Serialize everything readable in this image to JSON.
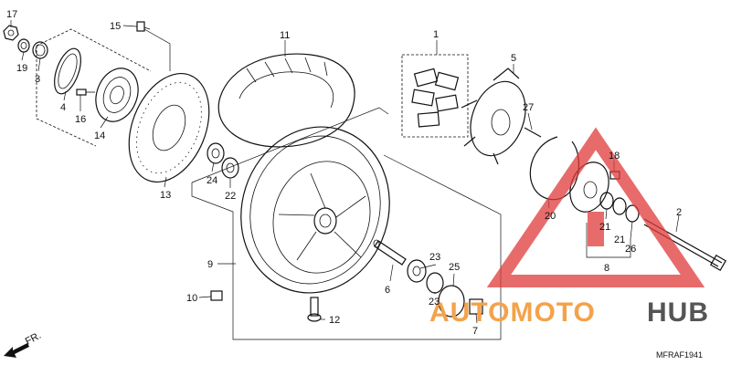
{
  "diagram": {
    "drawing_code": "MFRAF1941",
    "front_indicator": "FR.",
    "colors": {
      "line": "#111111",
      "watermark_orange": "#f4a24a",
      "watermark_grey": "#555555",
      "triangle_red": "#e03a3a"
    },
    "watermark": {
      "part_a": "AUTOMOTO",
      "part_b": "HUB"
    },
    "callouts": [
      {
        "id": "17",
        "text": "17"
      },
      {
        "id": "19",
        "text": "19"
      },
      {
        "id": "3",
        "text": "3"
      },
      {
        "id": "4",
        "text": "4"
      },
      {
        "id": "16",
        "text": "16"
      },
      {
        "id": "14",
        "text": "14"
      },
      {
        "id": "15",
        "text": "15"
      },
      {
        "id": "13",
        "text": "13"
      },
      {
        "id": "11",
        "text": "11"
      },
      {
        "id": "24",
        "text": "24"
      },
      {
        "id": "22",
        "text": "22"
      },
      {
        "id": "9",
        "text": "9"
      },
      {
        "id": "10",
        "text": "10"
      },
      {
        "id": "12",
        "text": "12"
      },
      {
        "id": "1",
        "text": "1"
      },
      {
        "id": "5",
        "text": "5"
      },
      {
        "id": "27",
        "text": "27"
      },
      {
        "id": "18",
        "text": "18"
      },
      {
        "id": "20",
        "text": "20"
      },
      {
        "id": "21a",
        "text": "21"
      },
      {
        "id": "21b",
        "text": "21"
      },
      {
        "id": "26",
        "text": "26"
      },
      {
        "id": "2",
        "text": "2"
      },
      {
        "id": "8",
        "text": "8"
      },
      {
        "id": "23a",
        "text": "23"
      },
      {
        "id": "23b",
        "text": "23"
      },
      {
        "id": "25",
        "text": "25"
      },
      {
        "id": "6",
        "text": "6"
      },
      {
        "id": "7",
        "text": "7"
      }
    ]
  }
}
